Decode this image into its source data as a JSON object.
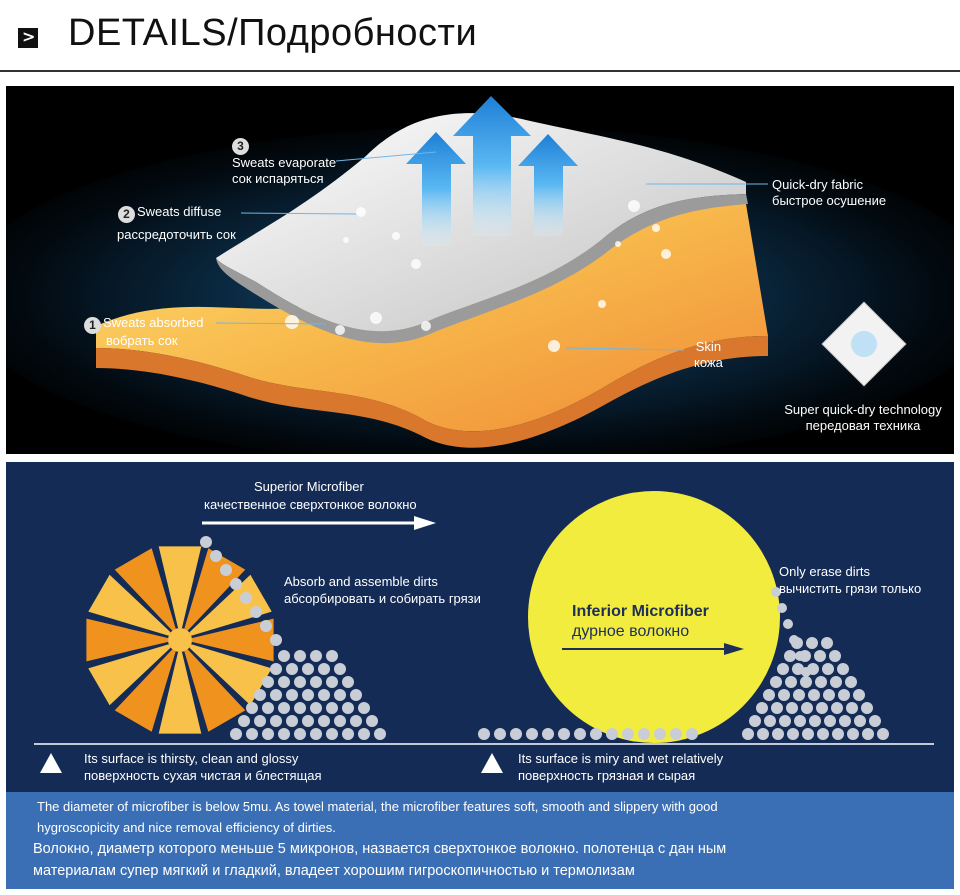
{
  "header": {
    "marker_symbol": ">",
    "title": "DETAILS/Подробности"
  },
  "fabric_panel": {
    "step3": {
      "number": "3",
      "en": "Sweats evaporate",
      "ru": "сок испаряться"
    },
    "step2": {
      "number": "2",
      "en": "Sweats diffuse",
      "ru": "рассредоточить сок"
    },
    "step1": {
      "number": "1",
      "en": "Sweats absorbed",
      "ru": "вобрать сок"
    },
    "quick_dry": {
      "en": "Quick-dry fabric",
      "ru": "быстрое осушение"
    },
    "skin": {
      "en": "Skin",
      "ru": "кожа"
    },
    "technology": {
      "en": "Super quick-dry technology",
      "ru": "передовая техника"
    }
  },
  "microfiber_panel": {
    "superior": {
      "en": "Superior Microfiber",
      "ru": "качественное сверхтонкое волокно"
    },
    "absorb": {
      "en": "Absorb and assemble dirts",
      "ru": "абсорбировать и собирать грязи"
    },
    "inferior": {
      "en": "Inferior Microfiber",
      "ru": "дурное волокно"
    },
    "erase": {
      "en": "Only erase dirts",
      "ru": "вычистить грязи только"
    },
    "surface_good": {
      "en": "Its surface is thirsty, clean and glossy",
      "ru": "поверхность сухая чистая и блестящая"
    },
    "surface_bad": {
      "en": "Its surface is miry and wet relatively",
      "ru": "поверхность грязная и сырая"
    }
  },
  "footer": {
    "en": "The diameter of microfiber is below 5mu. As towel material, the microfiber features soft, smooth and slippery with good hygroscopicity and nice removal efficiency of dirties.",
    "ru": "Волокно, диаметр которого меньше 5 микронов, назвается сверхтонкое волокно. полотенца с дан ным материалам супер мягкий и гладкий, владеет хорошим гигроскопичностью и термолизам"
  },
  "colors": {
    "panel1_bg": "#000000",
    "panel2_bg": "#142b56",
    "footer_bg": "#3b6fb5",
    "fabric_white": "#e9e9e9",
    "skin_orange": "#f5a64a",
    "arrow_blue": "#3fa3ea",
    "inferior_yellow": "#f2ec3e",
    "superior_orange": "#f0921e"
  }
}
